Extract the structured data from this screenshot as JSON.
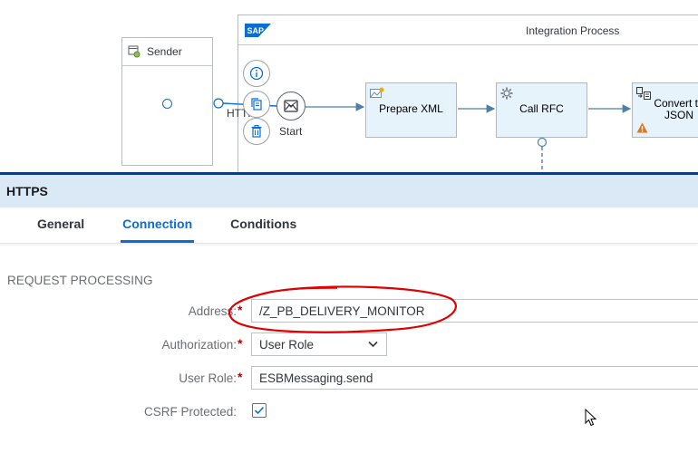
{
  "canvas": {
    "sender": {
      "label": "Sender"
    },
    "integration_process": {
      "title": "Integration Process",
      "logo": "SAP"
    },
    "start_event": {
      "label": "Start"
    },
    "channel_label": "HTTPS",
    "tasks": [
      {
        "label": "Prepare XML",
        "icon": "message-icon"
      },
      {
        "label": "Call RFC",
        "icon": "gear-icon"
      },
      {
        "label": "Convert to\nJSON",
        "icon": "converter-icon",
        "warning": true
      }
    ],
    "side_icons": [
      "info-icon",
      "copy-icon",
      "delete-icon"
    ]
  },
  "panel": {
    "title": "HTTPS",
    "tabs": [
      {
        "label": "General",
        "active": false
      },
      {
        "label": "Connection",
        "active": true
      },
      {
        "label": "Conditions",
        "active": false
      }
    ],
    "section": "REQUEST PROCESSING",
    "fields": {
      "address": {
        "label": "Address:",
        "value": "/Z_PB_DELIVERY_MONITOR",
        "required": true
      },
      "authorization": {
        "label": "Authorization:",
        "value": "User Role",
        "required": true
      },
      "user_role": {
        "label": "User Role:",
        "value": "ESBMessaging.send",
        "required": true
      },
      "csrf": {
        "label": "CSRF Protected:",
        "checked": true
      }
    },
    "required_marker": "*"
  },
  "colors": {
    "accent": "#0a6ed1",
    "panel_header": "#dbe9f7",
    "task_fill": "#e6f3fb",
    "annotation": "#e00000",
    "required": "#bb0000"
  }
}
